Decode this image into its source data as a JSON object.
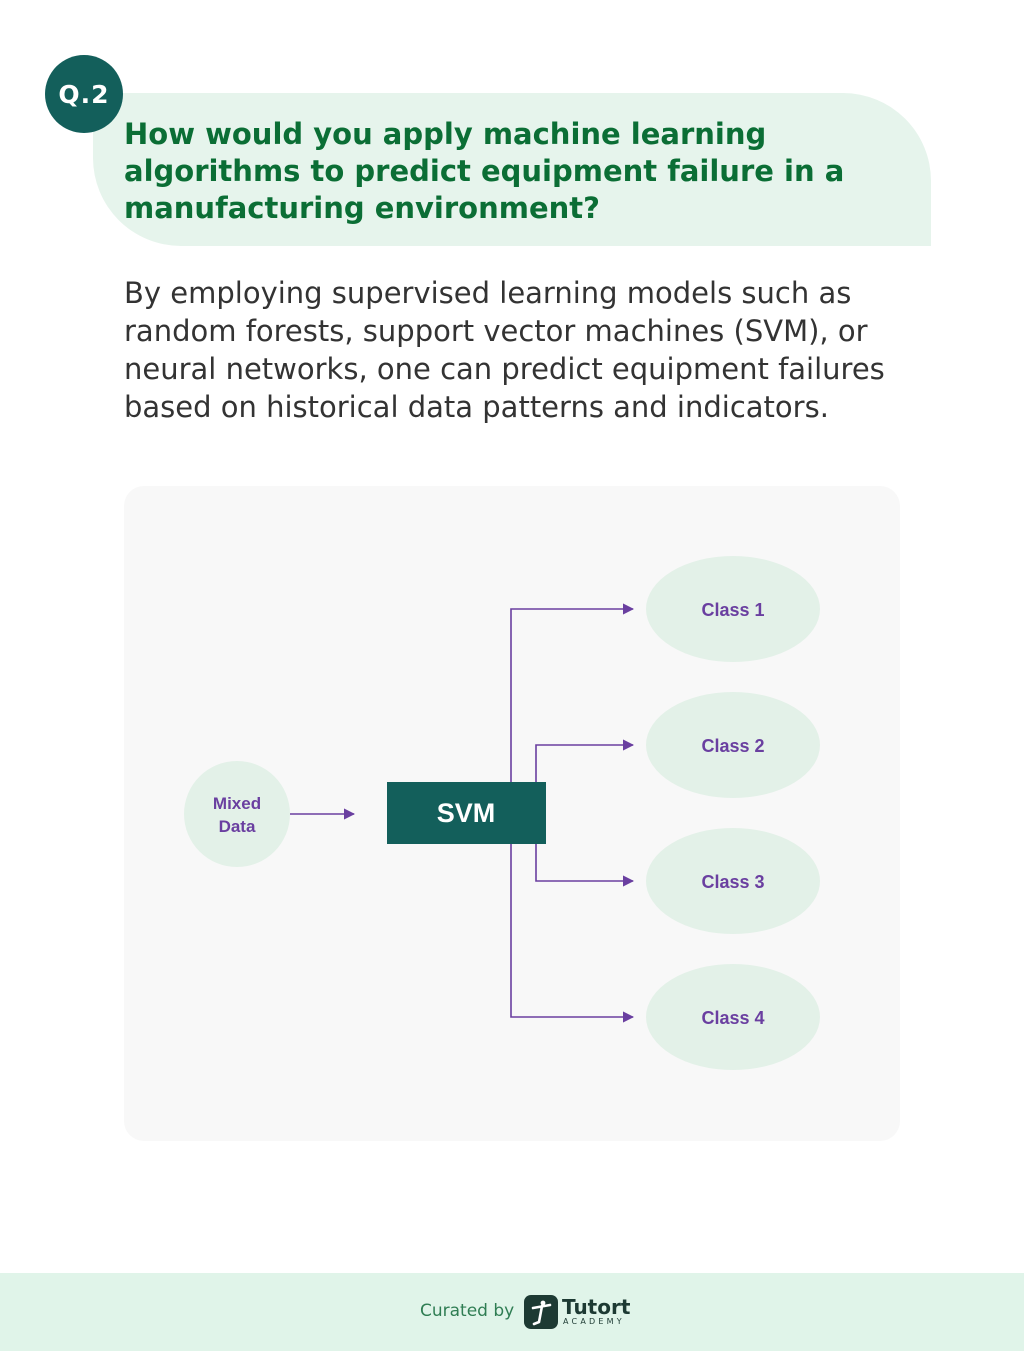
{
  "question": {
    "badge": "Q.2",
    "text": "How would you apply machine learning algorithms to predict equipment failure in a manufacturing environment?"
  },
  "answer": {
    "text": "By employing supervised learning models such as random forests, support vector machines (SVM), or neural networks, one can predict equipment failures based on historical data patterns and indicators."
  },
  "diagram": {
    "input": [
      "Mixed",
      "Data"
    ],
    "model": "SVM",
    "outputs": [
      "Class 1",
      "Class 2",
      "Class 3",
      "Class 4"
    ],
    "colors": {
      "node_fill": "#e3f1e8",
      "model_fill": "#135f5b",
      "label": "#6a3fa0",
      "connector": "#6a3fa0"
    }
  },
  "footer": {
    "curated_by": "Curated by",
    "brand": "Tutort",
    "brand_sub": "ACADEMY",
    "logo_icon": "tutort-logo-icon"
  }
}
